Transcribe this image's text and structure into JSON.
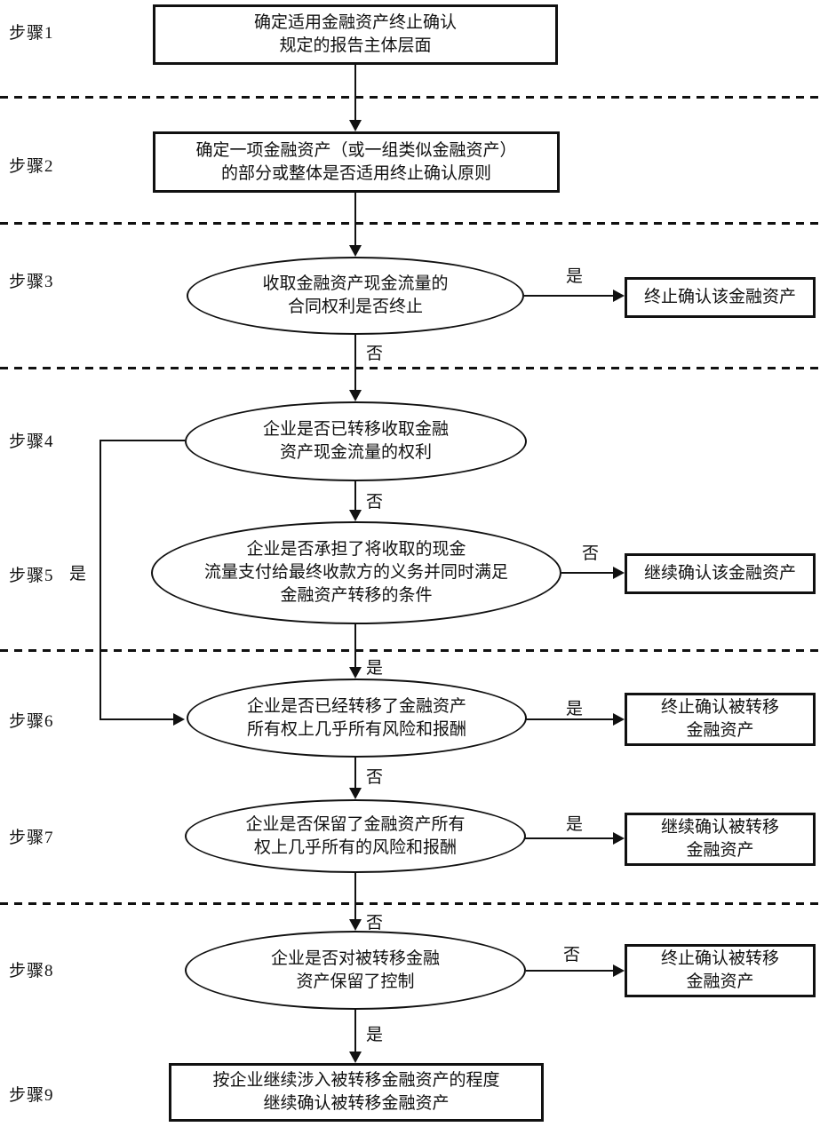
{
  "ink_color": "#111111",
  "background_color": "#ffffff",
  "step_labels": [
    "步骤1",
    "步骤2",
    "步骤3",
    "步骤4",
    "步骤5",
    "步骤6",
    "步骤7",
    "步骤8",
    "步骤9"
  ],
  "nodes": {
    "box1": {
      "lines": [
        "确定适用金融资产终止确认",
        "规定的报告主体层面"
      ]
    },
    "box2": {
      "lines": [
        "确定一项金融资产（或一组类似金融资产）",
        "的部分或整体是否适用终止确认原则"
      ]
    },
    "ellipse3": {
      "lines": [
        "收取金融资产现金流量的",
        "合同权利是否终止"
      ]
    },
    "ellipse4": {
      "lines": [
        "企业是否已转移收取金融",
        "资产现金流量的权利"
      ]
    },
    "ellipse5": {
      "lines": [
        "企业是否承担了将收取的现金",
        "流量支付给最终收款方的义务并同时满足",
        "金融资产转移的条件"
      ]
    },
    "ellipse6": {
      "lines": [
        "企业是否已经转移了金融资产",
        "所有权上几乎所有风险和报酬"
      ]
    },
    "ellipse7": {
      "lines": [
        "企业是否保留了金融资产所有",
        "权上几乎所有的风险和报酬"
      ]
    },
    "ellipse8": {
      "lines": [
        "企业是否对被转移金融",
        "资产保留了控制"
      ]
    },
    "box9": {
      "lines": [
        "按企业继续涉入被转移金融资产的程度",
        "继续确认被转移金融资产"
      ]
    },
    "result3": {
      "lines": [
        "终止确认该金融资产"
      ]
    },
    "result5": {
      "lines": [
        "继续确认该金融资产"
      ]
    },
    "result6": {
      "lines": [
        "终止确认被转移",
        "金融资产"
      ]
    },
    "result7": {
      "lines": [
        "继续确认被转移",
        "金融资产"
      ]
    },
    "result8": {
      "lines": [
        "终止确认被转移",
        "金融资产"
      ]
    }
  },
  "edge_labels": {
    "step3_right": "是",
    "step3_down": "否",
    "step4_down": "否",
    "step4_to_step6": "是",
    "step5_right": "否",
    "step5_down": "是",
    "step6_right": "是",
    "step6_down": "否",
    "step7_right": "是",
    "step7_down": "否",
    "step8_right": "否",
    "step8_down": "是"
  }
}
